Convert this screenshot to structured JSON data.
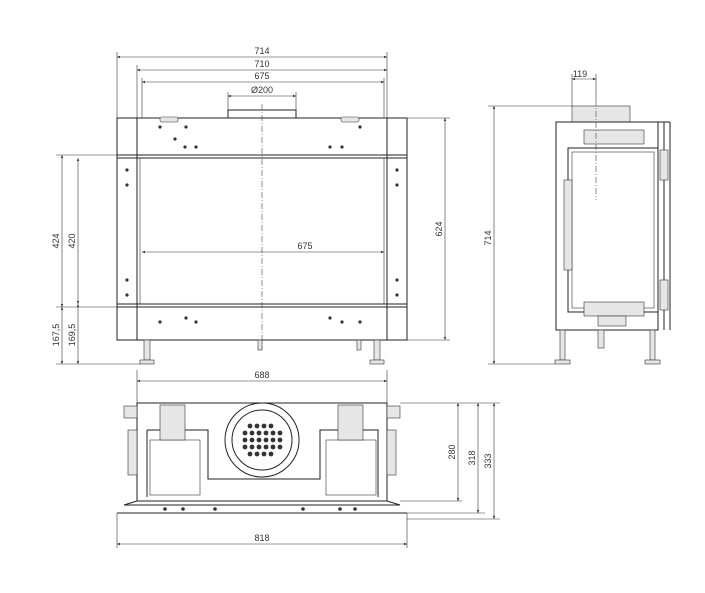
{
  "front_view": {
    "dims": {
      "w714": "714",
      "w710": "710",
      "w675_top": "675",
      "flue": "Ø200",
      "w675_inner": "675",
      "h624": "624",
      "h424": "424",
      "h420": "420",
      "h167_5": "167,5",
      "h169_5": "169,5"
    }
  },
  "side_view": {
    "dims": {
      "d119": "119",
      "h714": "714"
    }
  },
  "top_view": {
    "dims": {
      "w688": "688",
      "w818": "818",
      "d280": "280",
      "d318": "318",
      "d333": "333"
    }
  },
  "colors": {
    "line": "#222222",
    "fill": "#e6e6e6",
    "background": "#ffffff"
  }
}
